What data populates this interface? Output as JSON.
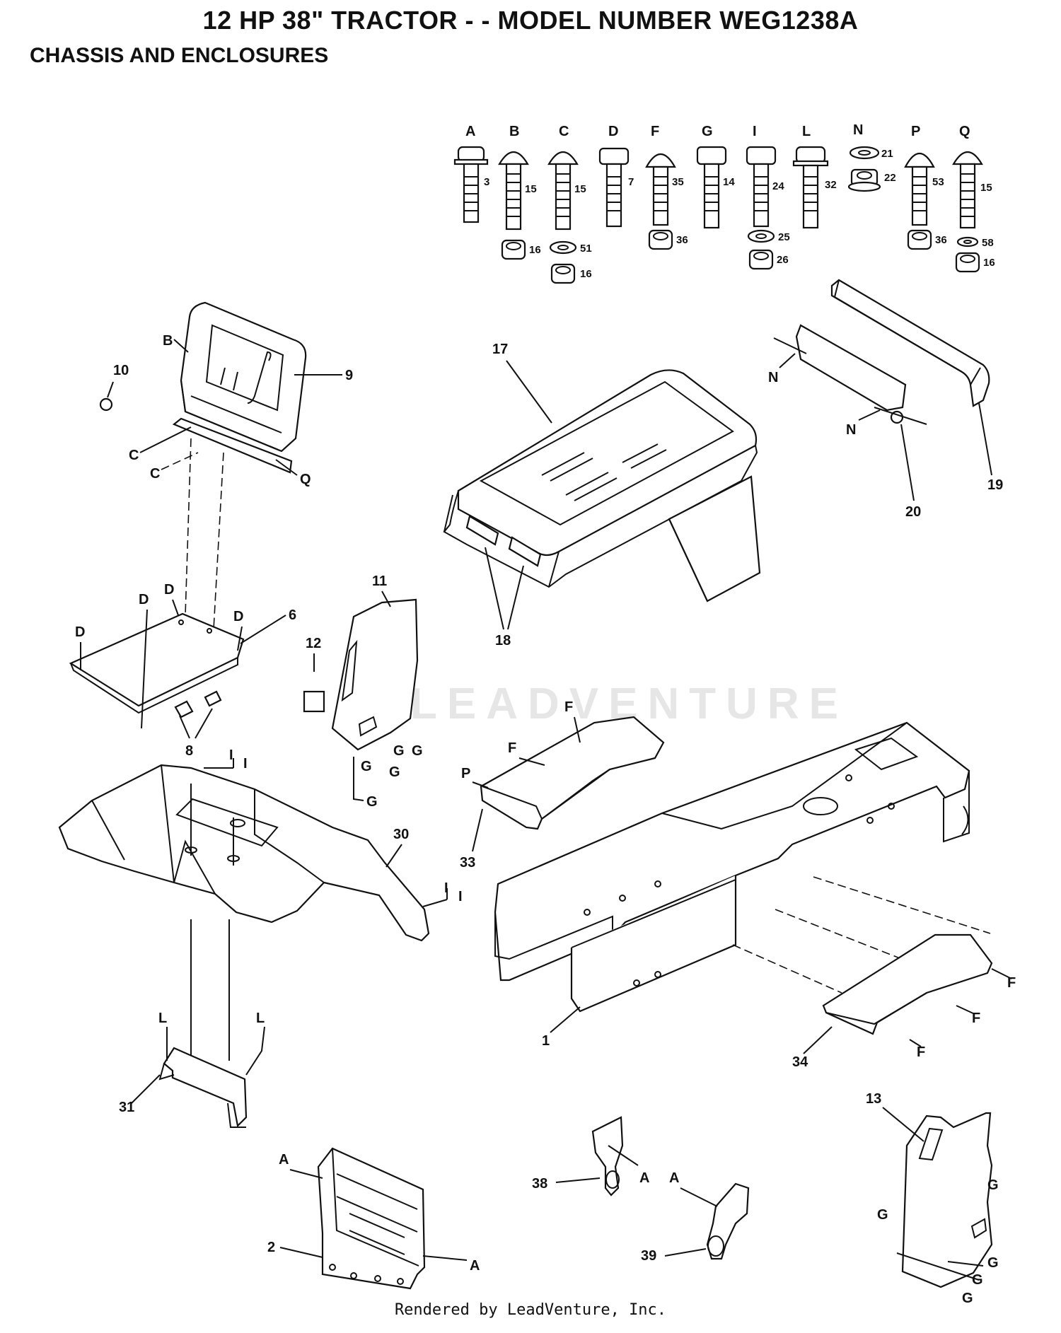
{
  "header": {
    "title": "12 HP 38\" TRACTOR - - MODEL NUMBER WEG1238A",
    "subtitle": "CHASSIS AND ENCLOSURES"
  },
  "hardware": [
    {
      "letter": "A",
      "parts": [
        "3"
      ]
    },
    {
      "letter": "B",
      "parts": [
        "15",
        "16"
      ]
    },
    {
      "letter": "C",
      "parts": [
        "15",
        "51",
        "16"
      ]
    },
    {
      "letter": "D",
      "parts": [
        "7"
      ]
    },
    {
      "letter": "F",
      "parts": [
        "35",
        "36"
      ]
    },
    {
      "letter": "G",
      "parts": [
        "14"
      ]
    },
    {
      "letter": "I",
      "parts": [
        "24",
        "25",
        "26"
      ]
    },
    {
      "letter": "L",
      "parts": [
        "32"
      ]
    },
    {
      "letter": "N",
      "parts": [
        "21",
        "22"
      ]
    },
    {
      "letter": "P",
      "parts": [
        "53",
        "36"
      ]
    },
    {
      "letter": "Q",
      "parts": [
        "15",
        "58",
        "16"
      ]
    }
  ],
  "parts": {
    "p1": "1",
    "p2": "2",
    "p6": "6",
    "p8": "8",
    "p9": "9",
    "p10": "10",
    "p11": "11",
    "p12": "12",
    "p13": "13",
    "p17": "17",
    "p18": "18",
    "p19": "19",
    "p20": "20",
    "p30": "30",
    "p31": "31",
    "p33": "33",
    "p34": "34",
    "p38": "38",
    "p39": "39"
  },
  "callouts": {
    "A": "A",
    "B": "B",
    "C": "C",
    "D": "D",
    "F": "F",
    "G": "G",
    "I": "I",
    "L": "L",
    "N": "N",
    "P": "P",
    "Q": "Q"
  },
  "watermark": "LEADVENTURE",
  "footer": "Rendered by LeadVenture, Inc."
}
